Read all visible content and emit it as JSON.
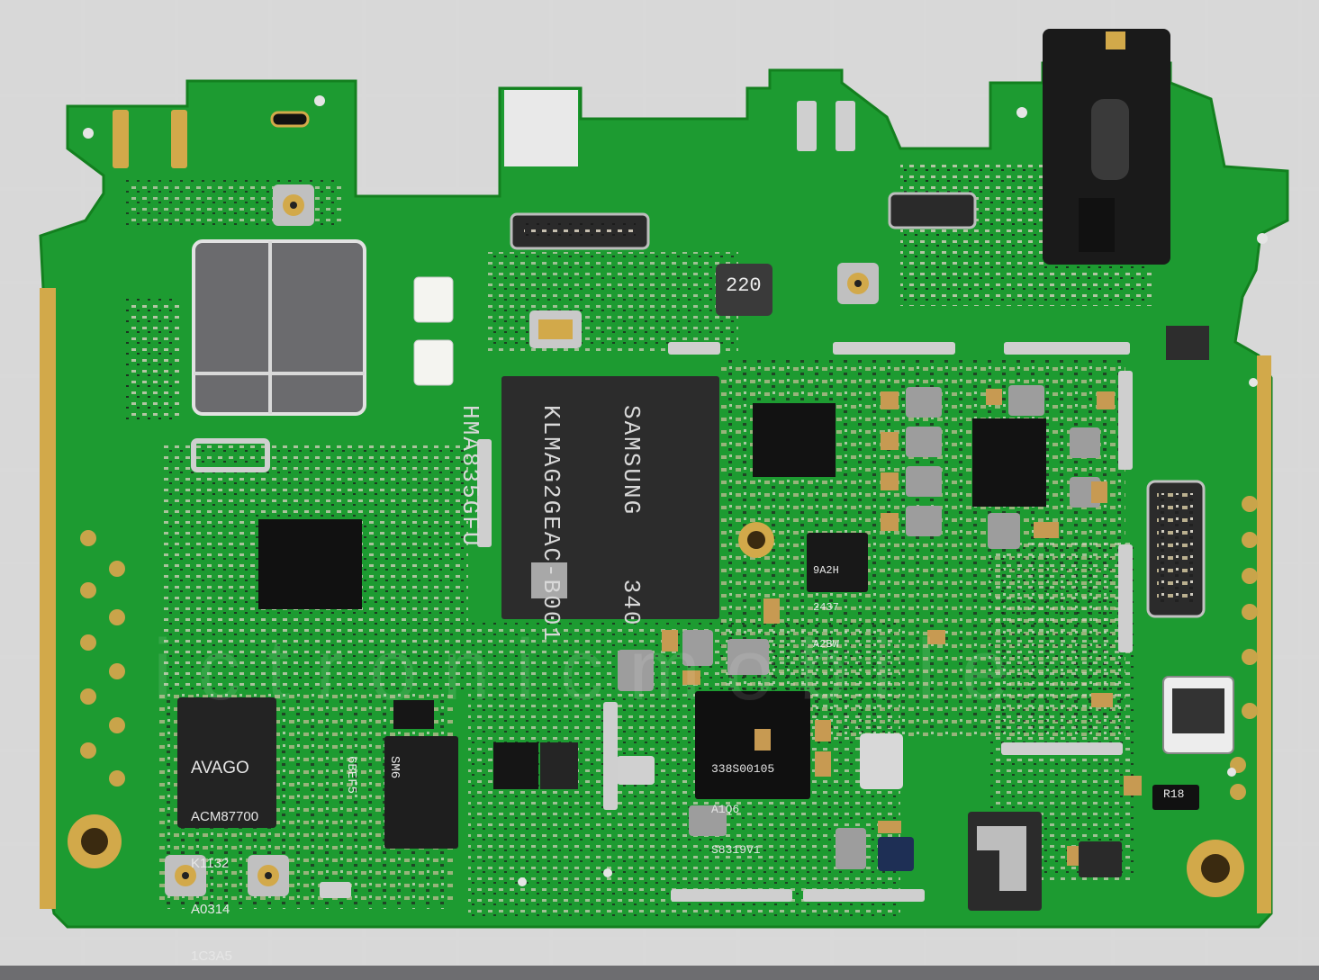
{
  "photo": {
    "subject": "smartphone logic board",
    "chips": {
      "memory": {
        "lines": [
          "SAMSUNG    340",
          "KLMAG2GEAC-B001",
          "HMA835GFU"
        ]
      },
      "avago": {
        "lines": [
          "AVAGO",
          "ACM87700",
          "K1132",
          "A0314",
          "1C3A5"
        ]
      },
      "pmic": {
        "lines": [
          "338S00105",
          "A1Q6",
          "S8319V1"
        ]
      },
      "small": {
        "lines": [
          "9A2H",
          "2437",
          "A2BW"
        ]
      },
      "sm": {
        "lines": [
          "SM6",
          "6BEF5"
        ]
      },
      "inductor": {
        "text": "220"
      },
      "resistor": {
        "text": "R18"
      }
    },
    "watermark": {
      "text": "ictronicmobile"
    },
    "colors": {
      "board": "#1c9a2f",
      "board_dark": "#0f7a22",
      "gold": "#d2a94a",
      "chip": "#151515",
      "background": "#6b6b6e",
      "grid": "#d9d9d9"
    }
  }
}
